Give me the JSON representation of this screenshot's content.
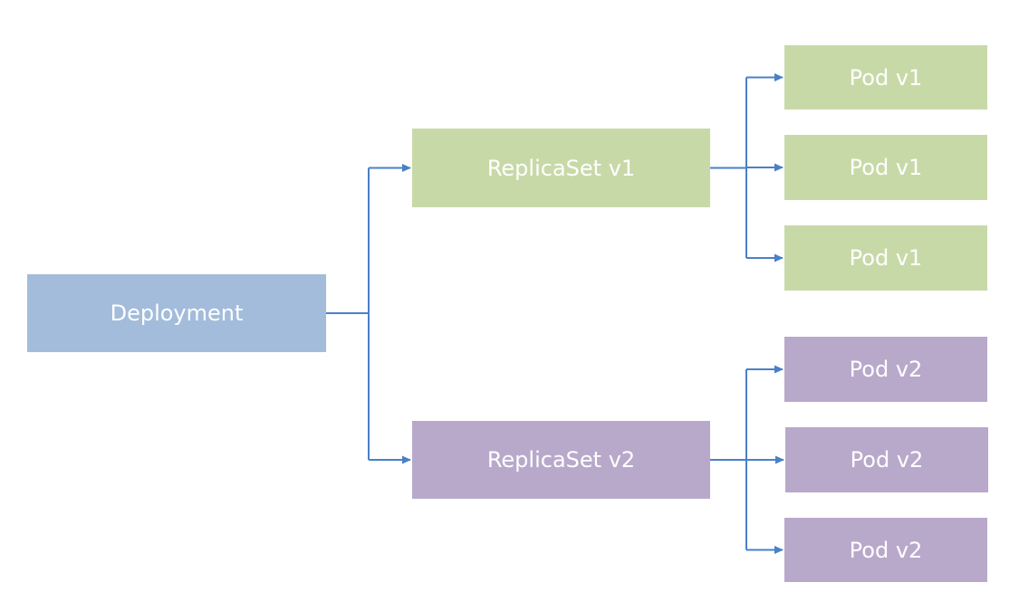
{
  "colors": {
    "deployment": "#a3bcdc",
    "v1": "#c8d9a8",
    "v2": "#b8a9cb",
    "connector": "#4a80c8",
    "text": "#ffffff"
  },
  "deployment": {
    "label": "Deployment"
  },
  "replicasets": [
    {
      "label": "ReplicaSet v1",
      "version": "v1"
    },
    {
      "label": "ReplicaSet v2",
      "version": "v2"
    }
  ],
  "pods": [
    {
      "label": "Pod v1",
      "replicaset": 0
    },
    {
      "label": "Pod v1",
      "replicaset": 0
    },
    {
      "label": "Pod v1",
      "replicaset": 0
    },
    {
      "label": "Pod v2",
      "replicaset": 1
    },
    {
      "label": "Pod v2",
      "replicaset": 1
    },
    {
      "label": "Pod v2",
      "replicaset": 1
    }
  ]
}
